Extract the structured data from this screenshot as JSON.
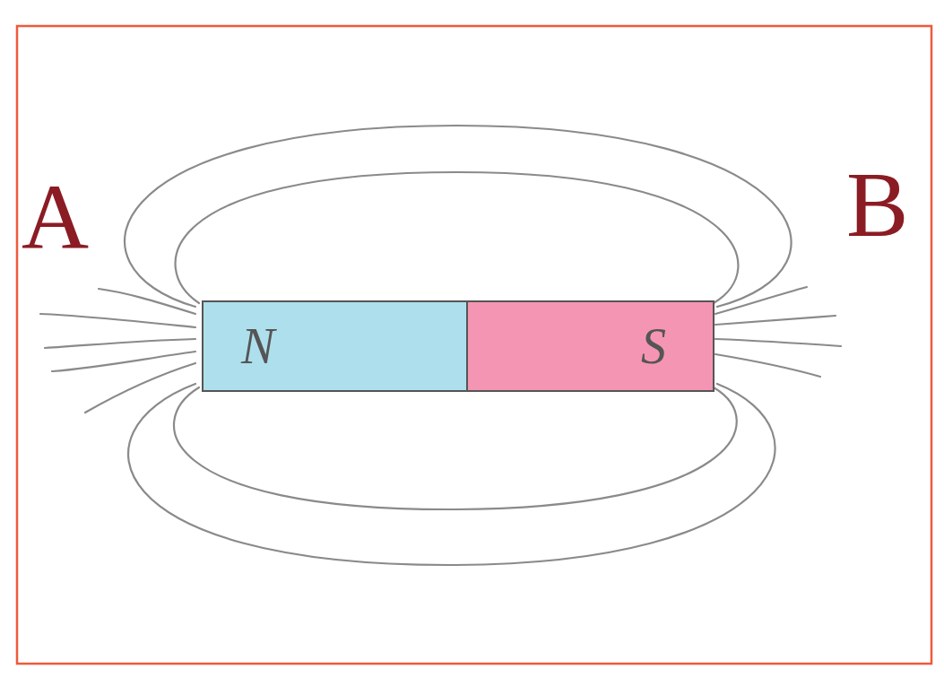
{
  "diagram": {
    "nodes": [
      {
        "text": [
          "N"
        ]
      },
      {
        "text": [
          "S"
        ]
      }
    ],
    "labels": [
      "A",
      "B"
    ]
  }
}
